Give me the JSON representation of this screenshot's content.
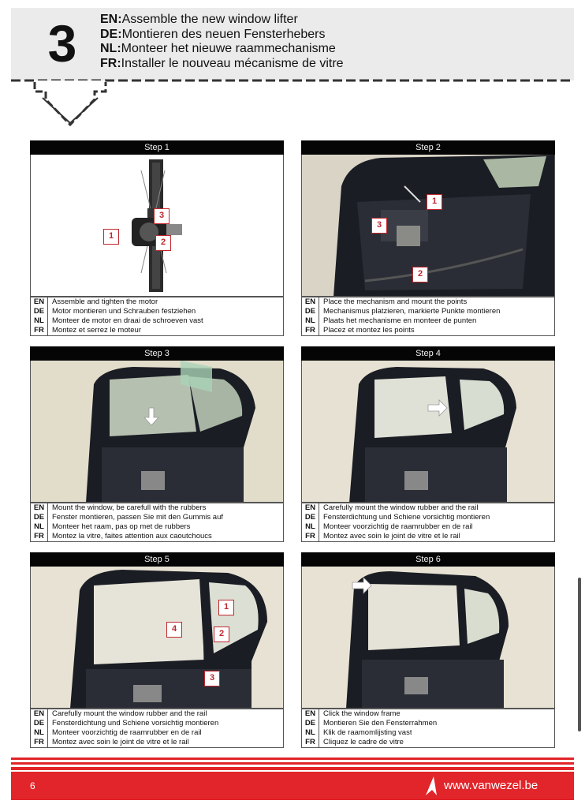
{
  "header": {
    "step_number": "3",
    "lines": [
      {
        "lang": "EN:",
        "text": "Assemble the new window lifter"
      },
      {
        "lang": "DE:",
        "text": "Montieren des neuen Fensterhebers"
      },
      {
        "lang": "NL:",
        "text": "Monteer het nieuwe raammechanisme"
      },
      {
        "lang": "FR:",
        "text": "Installer le nouveau mécanisme de vitre"
      }
    ]
  },
  "steps": [
    {
      "title": "Step 1",
      "callouts": [
        "1",
        "2",
        "3"
      ],
      "rows": [
        {
          "lang": "EN",
          "text": "Assemble and tighten the motor"
        },
        {
          "lang": "DE",
          "text": "Motor montieren und Schrauben festziehen"
        },
        {
          "lang": "NL",
          "text": "Monteer de motor en draai de schroeven vast"
        },
        {
          "lang": "FR",
          "text": "Montez et serrez le moteur"
        }
      ]
    },
    {
      "title": "Step 2",
      "callouts": [
        "1",
        "2",
        "3"
      ],
      "rows": [
        {
          "lang": "EN",
          "text": "Place the mechanism and mount the points"
        },
        {
          "lang": "DE",
          "text": "Mechanismus platzieren, markierte Punkte montieren"
        },
        {
          "lang": "NL",
          "text": "Plaats het mechanisme en monteer de punten"
        },
        {
          "lang": "FR",
          "text": "Placez et montez les points"
        }
      ]
    },
    {
      "title": "Step 3",
      "callouts": [],
      "rows": [
        {
          "lang": "EN",
          "text": "Mount the window, be carefull with the rubbers"
        },
        {
          "lang": "DE",
          "text": "Fenster montieren, passen Sie mit den Gummis auf"
        },
        {
          "lang": "NL",
          "text": "Monteer het raam, pas op met de rubbers"
        },
        {
          "lang": "FR",
          "text": "Montez la vitre, faites attention aux caoutchoucs"
        }
      ]
    },
    {
      "title": "Step 4",
      "callouts": [],
      "rows": [
        {
          "lang": "EN",
          "text": "Carefully mount the window rubber and the rail"
        },
        {
          "lang": "DE",
          "text": "Fensterdichtung und Schiene vorsichtig montieren"
        },
        {
          "lang": "NL",
          "text": "Monteer voorzichtig de raamrubber en de rail"
        },
        {
          "lang": "FR",
          "text": "Montez avec soin le joint de vitre et le rail"
        }
      ]
    },
    {
      "title": "Step 5",
      "callouts": [
        "1",
        "2",
        "3",
        "4"
      ],
      "rows": [
        {
          "lang": "EN",
          "text": "Carefully mount the window rubber and the rail"
        },
        {
          "lang": "DE",
          "text": "Fensterdichtung und Schiene vorsichtig montieren"
        },
        {
          "lang": "NL",
          "text": "Monteer voorzichtig de raamrubber en de rail"
        },
        {
          "lang": "FR",
          "text": "Montez avec soin le joint de vitre et le rail"
        }
      ]
    },
    {
      "title": "Step 6",
      "callouts": [],
      "rows": [
        {
          "lang": "EN",
          "text": "Click the window frame"
        },
        {
          "lang": "DE",
          "text": "Montieren Sie den Fensterrahmen"
        },
        {
          "lang": "NL",
          "text": "Klik de raamomlijsting vast"
        },
        {
          "lang": "FR",
          "text": "Cliquez le cadre de vitre"
        }
      ]
    }
  ],
  "footer": {
    "page_number": "6",
    "url": "www.vanwezel.be"
  },
  "colors": {
    "brand_red": "#e1252a",
    "callout_red": "#c0272d",
    "header_gray": "#ebebeb"
  },
  "icons": [
    "down-arrow-chevron-icon",
    "vanwezel-logo-icon",
    "white-arrow-icon"
  ]
}
